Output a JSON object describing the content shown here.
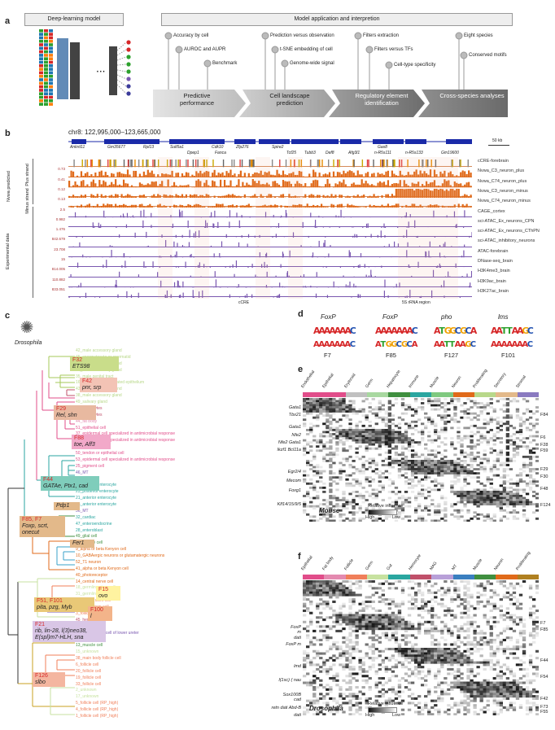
{
  "panel_a": {
    "letter": "a",
    "left_title": "Deep-learning model",
    "right_title": "Model application and interpretion",
    "groups": [
      {
        "name": "Predictive performance",
        "items": [
          "Accuracy by cell",
          "AUROC and AUPR",
          "Benchmark"
        ]
      },
      {
        "name": "Cell landscape prediction",
        "items": [
          "Prediction versus observation",
          "t-SNE embedding of cell",
          "Genome-wide signal"
        ]
      },
      {
        "name": "Regulatory element identification",
        "items": [
          "Filters extraction",
          "Filters versus TFs",
          "Cell-type specificity"
        ]
      },
      {
        "name": "Cross-species analyses",
        "items": [
          "Eight species",
          "Conserved motifs"
        ]
      }
    ]
  },
  "panel_b": {
    "letter": "b",
    "region": "chr8: 122,995,000–123,665,000",
    "scale": "50 kb",
    "genes": [
      "Ankrd11",
      "Gm35677",
      "Rpl13",
      "Sult5a1",
      "Dpep1",
      "Cdk10",
      "Zfp276",
      "Fanca",
      "Spire2",
      "Tcf25",
      "Tubb3",
      "Def8",
      "Afg3l1",
      "Gas8",
      "n-R5s111",
      "n-R5s133",
      "Gm19600"
    ],
    "group_pred": "Nvwa predicted",
    "group_plus": "Plus strand",
    "group_minus": "Minus strand",
    "group_exp": "Experimental data",
    "tracks": [
      {
        "name": "cCRE-forebrain",
        "val": ""
      },
      {
        "name": "Nvwa_C3_neuron_plus",
        "val": "0.73"
      },
      {
        "name": "Nvwa_C74_neuron_plus",
        "val": "0.41"
      },
      {
        "name": "Nvwa_C3_neuron_minus",
        "val": "0.12"
      },
      {
        "name": "Nvwa_C74_neuron_minus",
        "val": "0.13"
      },
      {
        "name": "CAGE_cortex",
        "val": "2.5"
      },
      {
        "name": "sci-ATAC_Ex_neurons_CPN",
        "val": "0.982"
      },
      {
        "name": "sci-ATAC_Ex_neurons_CThPN",
        "val": "1.476"
      },
      {
        "name": "sci-ATAC_inhibitory_neurons",
        "val": "842.679"
      },
      {
        "name": "ATAC-forebrain",
        "val": "23.708"
      },
      {
        "name": "DNase-seq_brain",
        "val": "15"
      },
      {
        "name": "H3K4me3_brain",
        "val": "814.005"
      },
      {
        "name": "H3K9ac_brain",
        "val": "110.882"
      },
      {
        "name": "H3K27ac_brain",
        "val": "833.051"
      }
    ],
    "bottom_labels": [
      "cCRE",
      "5S rRNA region"
    ]
  },
  "panel_c": {
    "letter": "c",
    "organism": "Drosophila",
    "tf_boxes": [
      {
        "filter": "F32",
        "tfs": "ETS98",
        "color": "#c9dd8a"
      },
      {
        "filter": "F42",
        "tfs": "pnr, srp",
        "color": "#f3c3b5"
      },
      {
        "filter": "F29",
        "tfs": "Rel, shn",
        "color": "#e8b9a0"
      },
      {
        "filter": "F88",
        "tfs": "toe, Aff3",
        "color": "#f2a9c9"
      },
      {
        "filter": "F44",
        "tfs": "GATAe, Ptx1, cad",
        "color": "#7fcdbb"
      },
      {
        "filter": "",
        "tfs": "Pdp1",
        "color": "#e3b98a"
      },
      {
        "filter": "F85, F7",
        "tfs": "Foxp, scrt, onecut",
        "color": "#e3b98a"
      },
      {
        "filter": "",
        "tfs": "Fer1",
        "color": "#e3b98a"
      },
      {
        "filter": "F15",
        "tfs": "ovo",
        "color": "#fff3a0"
      },
      {
        "filter": "F51, F101",
        "tfs": "pita, pzg, Myb",
        "color": "#e9c877"
      },
      {
        "filter": "F100",
        "tfs": "l",
        "color": "#f3b48a"
      },
      {
        "filter": "F21",
        "tfs": "rib, lin-28, l(3)neo38, E(spl)m7-HLH, sna",
        "color": "#d9c6e6"
      },
      {
        "filter": "F126",
        "tfs": "slbo",
        "color": "#f4b6a0"
      }
    ],
    "leaves": [
      {
        "t": "42_male accessory gland",
        "c": "#b8d88a"
      },
      {
        "t": "45_spermatocyte or spermatid",
        "c": "#b8d88a"
      },
      {
        "t": "36_male accessory gland",
        "c": "#b8d88a"
      },
      {
        "t": "28_male accessory gland",
        "c": "#b8d88a"
      },
      {
        "t": "35_male genital tract",
        "c": "#b8d88a"
      },
      {
        "t": "16_male gonad-associated epithelium",
        "c": "#b8d88a"
      },
      {
        "t": "43_male accessory gland",
        "c": "#b8d88a"
      },
      {
        "t": "38_male accessory gland",
        "c": "#b8d88a"
      },
      {
        "t": "49_salivary gland",
        "c": "#b8d88a"
      },
      {
        "t": "27_hemocytes",
        "c": "#c0506a"
      },
      {
        "t": "12_hemocytes",
        "c": "#c0506a"
      },
      {
        "t": "44_fat body",
        "c": "#e48ab0"
      },
      {
        "t": "51_epithelial cell",
        "c": "#e14d8a"
      },
      {
        "t": "37_epidermal cell specialized in antimicrobial response",
        "c": "#e14d8a"
      },
      {
        "t": "66_epidermal cell specialized in antimicrobial response",
        "c": "#e14d8a"
      },
      {
        "t": "58_tracheal cell",
        "c": "#e14d8a"
      },
      {
        "t": "50_tendon or epithelial cell",
        "c": "#e14d8a"
      },
      {
        "t": "53_epidermal cell specialized in antimicrobial response",
        "c": "#e14d8a"
      },
      {
        "t": "25_pigment cell",
        "c": "#e14d8a"
      },
      {
        "t": "46_MT",
        "c": "#7a58b0"
      },
      {
        "t": "34_midgut",
        "c": "#e14d8a"
      },
      {
        "t": "22_anterior enterocyte",
        "c": "#2aa6a0"
      },
      {
        "t": "23_posterior enterocyte",
        "c": "#2aa6a0"
      },
      {
        "t": "21_anterior enterocyte",
        "c": "#2aa6a0"
      },
      {
        "t": "26_anterior enterocyte",
        "c": "#2aa6a0"
      },
      {
        "t": "36_MT",
        "c": "#7a58b0"
      },
      {
        "t": "32_cardiac",
        "c": "#2aa6a0"
      },
      {
        "t": "47_enteroendocrine",
        "c": "#2aa6a0"
      },
      {
        "t": "28_enteroblast",
        "c": "#2aa6a0"
      },
      {
        "t": "49_glial cell",
        "c": "#3f8f3f"
      },
      {
        "t": "53_muscle cell",
        "c": "#3f8f3f"
      },
      {
        "t": "9_alpha or beta Kenyon cell",
        "c": "#e06a1a"
      },
      {
        "t": "10_GABAergic neurons or glutamatergic neurons",
        "c": "#e06a1a"
      },
      {
        "t": "52_T1 neuron",
        "c": "#e06a1a"
      },
      {
        "t": "41_alpha or beta Kenyon cell",
        "c": "#e06a1a"
      },
      {
        "t": "40_photoreceptor",
        "c": "#e06a1a"
      },
      {
        "t": "14_central nerve cell",
        "c": "#e06a1a"
      },
      {
        "t": "18_germline stem cell",
        "c": "#c7e2a0"
      },
      {
        "t": "31_germline stem cell",
        "c": "#c7e2a0"
      },
      {
        "t": "35_follicle stem cell",
        "c": "#f07f5a"
      },
      {
        "t": "7_follicle stem cell",
        "c": "#f07f5a"
      },
      {
        "t": "3_follicle stem cell",
        "c": "#f07f5a"
      },
      {
        "t": "45_hemocyte",
        "c": "#c0506a"
      },
      {
        "t": "44_fat body",
        "c": "#e48ab0"
      },
      {
        "t": "29_MT principal cell of lower ureter",
        "c": "#7a58b0"
      },
      {
        "t": "24_ovary",
        "c": "#c7e2a0"
      },
      {
        "t": "13_muscle cell",
        "c": "#3f8f3f"
      },
      {
        "t": "15_unknown",
        "c": "#c7e2a0"
      },
      {
        "t": "38_main body follicle cell",
        "c": "#f07f5a"
      },
      {
        "t": "6_follicle cell",
        "c": "#f07f5a"
      },
      {
        "t": "20_follicle cell",
        "c": "#f07f5a"
      },
      {
        "t": "19_follicle cell",
        "c": "#f07f5a"
      },
      {
        "t": "33_follicle cell",
        "c": "#f07f5a"
      },
      {
        "t": "2_unknown",
        "c": "#c7e2a0"
      },
      {
        "t": "17_unknown",
        "c": "#c7e2a0"
      },
      {
        "t": "5_follicle cell (RP_high)",
        "c": "#f07f5a"
      },
      {
        "t": "4_follicle cell (RP_high)",
        "c": "#f07f5a"
      },
      {
        "t": "1_follicle cell (RP_high)",
        "c": "#f07f5a"
      }
    ]
  },
  "panel_d": {
    "letter": "d",
    "motifs": [
      {
        "tf": "FoxP",
        "filter": "F7"
      },
      {
        "tf": "FoxP",
        "filter": "F85"
      },
      {
        "tf": "pho",
        "filter": "F127"
      },
      {
        "tf": "lms",
        "filter": "F101"
      }
    ]
  },
  "panel_e": {
    "letter": "e",
    "species": "Mouse",
    "legend_title": "Relative influence",
    "legend_high": "High",
    "legend_low": "Low",
    "categories": [
      {
        "name": "Endothelial",
        "color": "#e14d8a"
      },
      {
        "name": "Epithelial",
        "color": "#e14d8a"
      },
      {
        "name": "Erythroid",
        "color": "#c0c0c0"
      },
      {
        "name": "Germ",
        "color": "#a8d8a0"
      },
      {
        "name": "Hepatocyte",
        "color": "#3f8f3f"
      },
      {
        "name": "Immune",
        "color": "#2aa6a0"
      },
      {
        "name": "Muscle",
        "color": "#7fc97f"
      },
      {
        "name": "Neuron",
        "color": "#e06a1a"
      },
      {
        "name": "Proliferating",
        "color": "#b8d88a"
      },
      {
        "name": "Secretory",
        "color": "#e3b98a"
      },
      {
        "name": "Stromal",
        "color": "#8a7ac0"
      }
    ],
    "row_labels": [
      "Gata1",
      "Tbx21",
      "Gata1",
      "Nfe2",
      "Nfe2 Gata1",
      "Ikzf1 Bcl11a",
      "Egr2/4",
      "Mecom",
      "Foxg1",
      "Klf14/15/9/5"
    ],
    "filters": [
      "F84",
      "F6",
      "F28",
      "F59",
      "F29",
      "F30",
      "F48",
      "F124"
    ]
  },
  "panel_f": {
    "letter": "f",
    "species": "Drosophila",
    "legend_title": "Relative influence",
    "legend_high": "High",
    "legend_low": "Low",
    "categories": [
      {
        "name": "Epithelial",
        "color": "#e14d8a"
      },
      {
        "name": "Fat body",
        "color": "#e48ab0"
      },
      {
        "name": "Follicle",
        "color": "#f07f5a"
      },
      {
        "name": "Germ",
        "color": "#c7e2a0"
      },
      {
        "name": "Gut",
        "color": "#2aa6a0"
      },
      {
        "name": "Hemocyte",
        "color": "#c0506a"
      },
      {
        "name": "MAG",
        "color": "#b8a0d8"
      },
      {
        "name": "MT",
        "color": "#3a7fc0"
      },
      {
        "name": "Muscle",
        "color": "#3f8f3f"
      },
      {
        "name": "Neuron",
        "color": "#e06a1a"
      },
      {
        "name": "Proliferating",
        "color": "#b08020"
      }
    ],
    "row_labels": [
      "FoxP",
      "m",
      "dati",
      "FoxP m",
      "lmd",
      "l(1sc) ( nau",
      "Sox100B",
      "cad",
      "retn dati Abd-B",
      "dati"
    ],
    "filters": [
      "F7",
      "F85",
      "F44",
      "F54",
      "F42",
      "F73",
      "F55"
    ]
  }
}
